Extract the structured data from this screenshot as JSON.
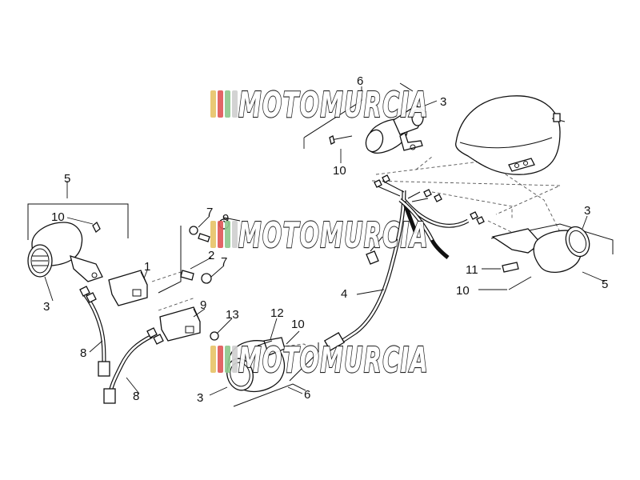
{
  "watermark": {
    "text": "MOTOMURCIA",
    "stripe_colors": [
      "#e8c46a",
      "#e05a5a",
      "#8fc98f",
      "#d0d0d0"
    ]
  },
  "callouts": [
    {
      "id": "c-6-top",
      "text": "6"
    },
    {
      "id": "c-3-top",
      "text": "3"
    },
    {
      "id": "c-10-top",
      "text": "10"
    },
    {
      "id": "c-5-left",
      "text": "5"
    },
    {
      "id": "c-10-left",
      "text": "10"
    },
    {
      "id": "c-3-left",
      "text": "3"
    },
    {
      "id": "c-7-a",
      "text": "7"
    },
    {
      "id": "c-9-small",
      "text": "9"
    },
    {
      "id": "c-1",
      "text": "1"
    },
    {
      "id": "c-2",
      "text": "2"
    },
    {
      "id": "c-7-b",
      "text": "7"
    },
    {
      "id": "c-4",
      "text": "4"
    },
    {
      "id": "c-9",
      "text": "9"
    },
    {
      "id": "c-13",
      "text": "13"
    },
    {
      "id": "c-12",
      "text": "12"
    },
    {
      "id": "c-10-bottom",
      "text": "10"
    },
    {
      "id": "c-8-a",
      "text": "8"
    },
    {
      "id": "c-8-b",
      "text": "8"
    },
    {
      "id": "c-3-bottom",
      "text": "3"
    },
    {
      "id": "c-6-bottom",
      "text": "6"
    },
    {
      "id": "c-3-right",
      "text": "3"
    },
    {
      "id": "c-11",
      "text": "11"
    },
    {
      "id": "c-10-right",
      "text": "10"
    },
    {
      "id": "c-5-right",
      "text": "5"
    }
  ]
}
